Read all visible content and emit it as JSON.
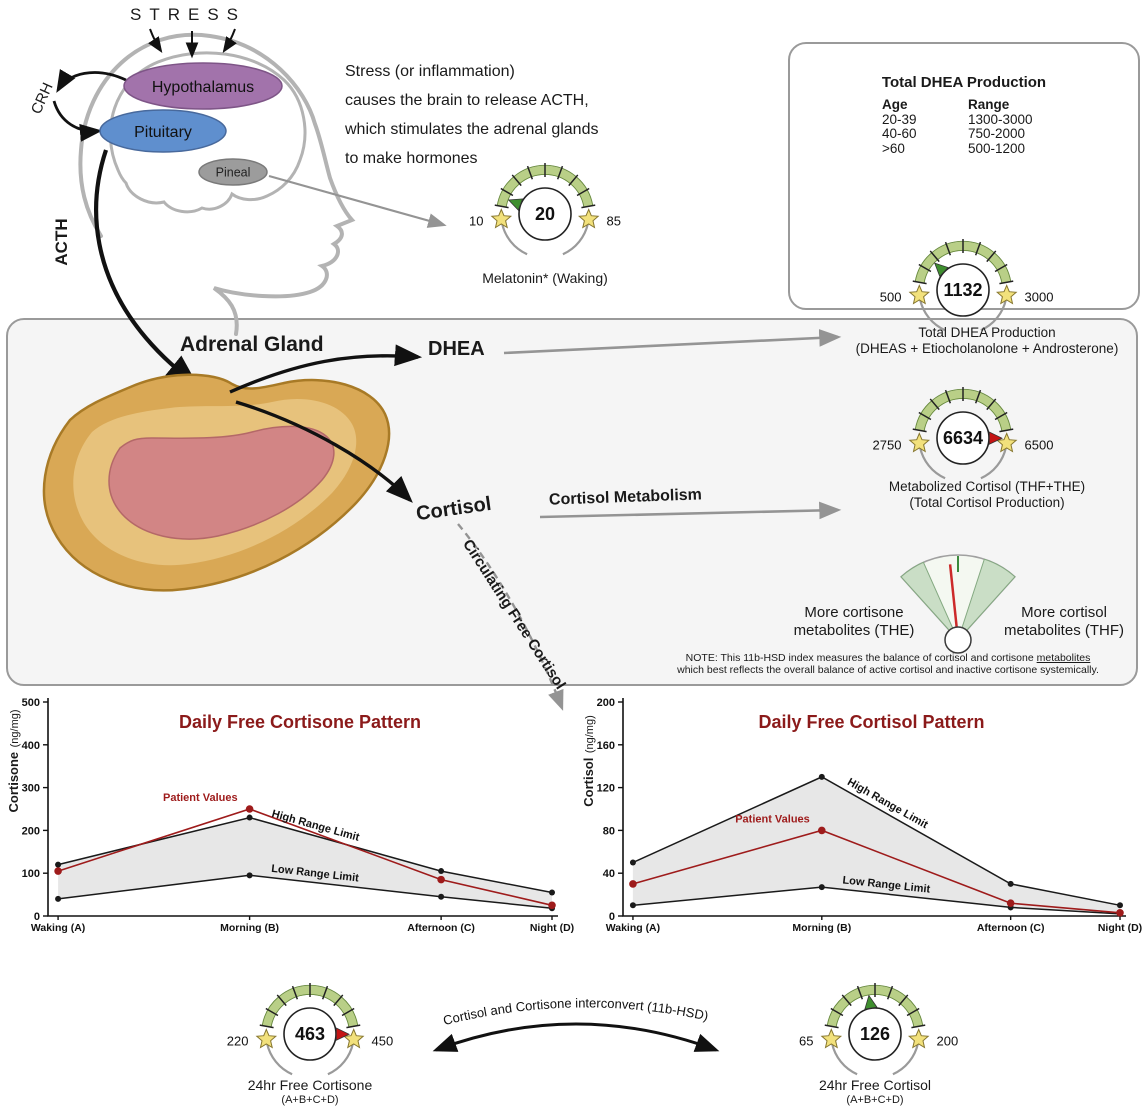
{
  "colors": {
    "accent_red": "#8b1a1a",
    "patient_red": "#9e1b1b",
    "band_green": "#b9cf87",
    "band_edge": "#66883c",
    "star_fill": "#f2e17c",
    "star_stroke": "#86762e",
    "in_range_green": "#3f8f2f",
    "above_range_red": "#c41414",
    "arrow_gray": "#949494",
    "band_fill": "#e7e7e7"
  },
  "brain": {
    "stress_label": "STRESS",
    "crh_label": "CRH",
    "acth_label": "ACTH",
    "hypothalamus_label": "Hypothalamus",
    "pituitary_label": "Pituitary",
    "pineal_label": "Pineal"
  },
  "intro": {
    "lines": [
      "Stress (or inflammation)",
      "causes the brain to release ACTH,",
      "which stimulates the adrenal glands",
      "to make hormones"
    ]
  },
  "melatonin_gauge": {
    "value": 20,
    "low": 10,
    "high": 85,
    "status": "in_range",
    "caption": "Melatonin* (Waking)"
  },
  "dhea_panel": {
    "title": "Total DHEA Production",
    "age_header": "Age",
    "range_header": "Range",
    "rows": [
      {
        "age": "20-39",
        "range": "1300-3000"
      },
      {
        "age": "40-60",
        "range": "750-2000"
      },
      {
        "age": ">60",
        "range": "500-1200"
      }
    ]
  },
  "dhea_gauge": {
    "value": 1132,
    "low": 500,
    "high": 3000,
    "status": "in_range",
    "caption_line1": "Total DHEA Production",
    "caption_line2": "(DHEAS + Etiocholanolone + Androsterone)"
  },
  "metabolized_gauge": {
    "value": 6634,
    "low": 2750,
    "high": 6500,
    "status": "above_range",
    "caption_line1": "Metabolized Cortisol (THF+THE)",
    "caption_line2": "(Total Cortisol Production)"
  },
  "adrenal": {
    "gland_label": "Adrenal Gland",
    "dhea_label": "DHEA",
    "cortisol_label": "Cortisol",
    "metabolism_label": "Cortisol Metabolism",
    "circulating_label": "Circulating Free Cortisol"
  },
  "hsd_index": {
    "needle_angle_deg": 96,
    "left_label_line1": "More cortisone",
    "left_label_line2": "metabolites (THE)",
    "right_label_line1": "More cortisol",
    "right_label_line2": "metabolites (THF)",
    "note_line1_prefix": "NOTE: This 11b-HSD index measures the balance of cortisol and cortisone ",
    "note_line1_underlined": "metabolites",
    "note_line2": "which best reflects the overall balance of active cortisol and inactive cortisone systemically."
  },
  "chart_data": [
    {
      "type": "line",
      "title": "Daily Free Cortisone Pattern",
      "ylabel": "Cortisone",
      "ylabel_unit": "(ng/mg)",
      "categories": [
        "Waking (A)",
        "Morning (B)",
        "Afternoon (C)",
        "Night (D)"
      ],
      "x_fractions": [
        0.02,
        0.4,
        0.78,
        1
      ],
      "ylim": [
        0,
        500
      ],
      "yticks": [
        0,
        100,
        200,
        300,
        400,
        500
      ],
      "series": [
        {
          "name": "Patient Values",
          "values": [
            105,
            250,
            85,
            25
          ]
        },
        {
          "name": "High Range Limit",
          "values": [
            120,
            230,
            105,
            55
          ]
        },
        {
          "name": "Low Range Limit",
          "values": [
            40,
            95,
            45,
            18
          ]
        }
      ],
      "grid": false,
      "legend": "inline-labels"
    },
    {
      "type": "line",
      "title": "Daily Free Cortisol Pattern",
      "ylabel": "Cortisol",
      "ylabel_unit": "(ng/mg)",
      "categories": [
        "Waking (A)",
        "Morning (B)",
        "Afternoon (C)",
        "Night (D)"
      ],
      "x_fractions": [
        0.02,
        0.4,
        0.78,
        1
      ],
      "ylim": [
        0,
        200
      ],
      "yticks": [
        0,
        40,
        80,
        120,
        160,
        200
      ],
      "series": [
        {
          "name": "Patient Values",
          "values": [
            30,
            80,
            12,
            3
          ]
        },
        {
          "name": "High Range Limit",
          "values": [
            50,
            130,
            30,
            10
          ]
        },
        {
          "name": "Low Range Limit",
          "values": [
            10,
            27,
            8,
            2
          ]
        }
      ],
      "grid": false,
      "legend": "inline-labels"
    }
  ],
  "free_cortisone_gauge": {
    "value": 463,
    "low": 220,
    "high": 450,
    "status": "above_range",
    "caption_line1": "24hr Free Cortisone",
    "caption_line2": "(A+B+C+D)"
  },
  "free_cortisol_gauge": {
    "value": 126,
    "low": 65,
    "high": 200,
    "status": "in_range",
    "caption_line1": "24hr Free Cortisol",
    "caption_line2": "(A+B+C+D)"
  },
  "interconvert_label": "Cortisol and Cortisone interconvert (11b-HSD)"
}
